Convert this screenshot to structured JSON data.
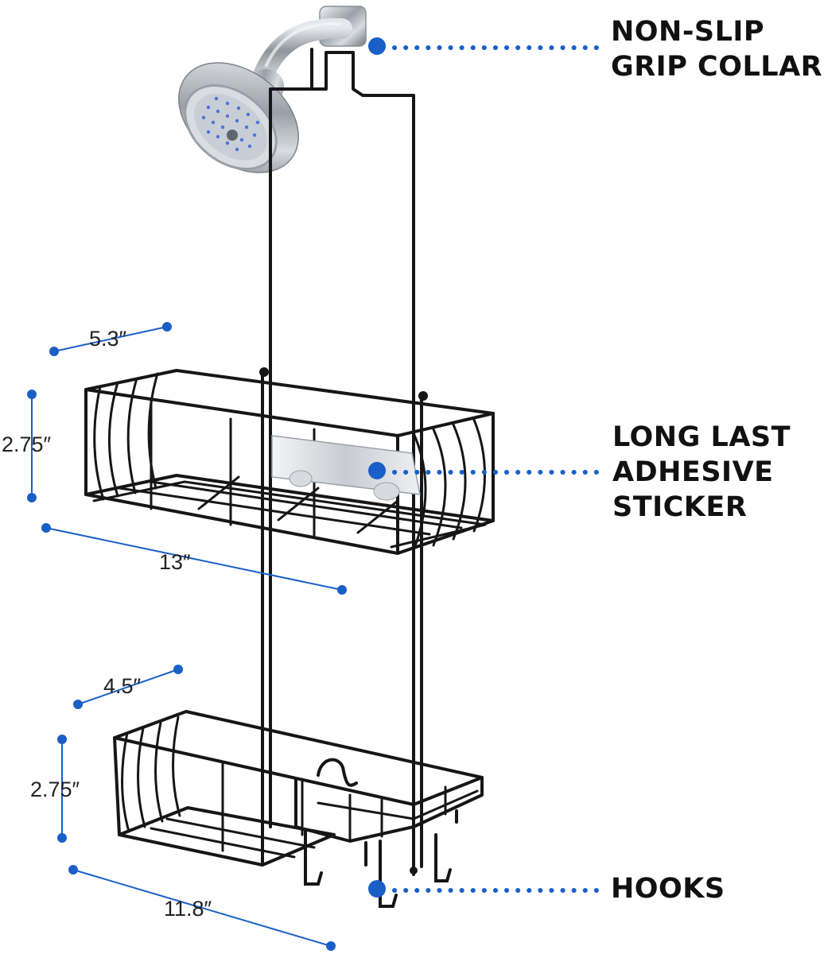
{
  "callouts": {
    "grip_collar": {
      "line1": "NON-SLIP",
      "line2": "GRIP COLLAR"
    },
    "adhesive_sticker": {
      "line1": "LONG LAST",
      "line2": "ADHESIVE",
      "line3": "STICKER"
    },
    "hooks": {
      "line1": "HOOKS"
    }
  },
  "dimensions": {
    "top_basket_depth": "5.3″",
    "top_basket_height": "2.75″",
    "top_basket_width": "13″",
    "bottom_basket_depth": "4.5″",
    "bottom_basket_height": "2.75″",
    "bottom_basket_width": "11.8″"
  },
  "colors": {
    "accent_blue": "#1a5fc8",
    "wire_black": "#161616",
    "chrome": "#b8bcc2",
    "text": "#111111"
  },
  "icons": [
    "shower-head-icon",
    "shower-caddy-icon",
    "adhesive-plate-icon",
    "hook-icon"
  ]
}
